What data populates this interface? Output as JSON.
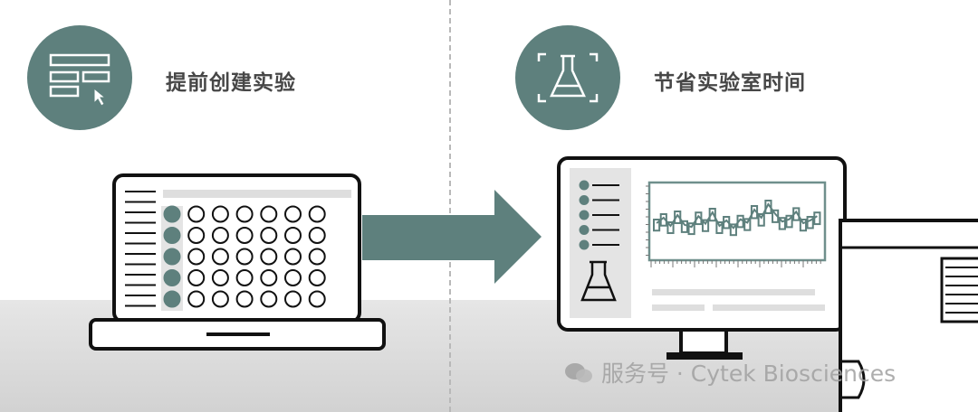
{
  "left_step": {
    "label": "提前创建实验",
    "icon": "layout-cursor-icon"
  },
  "right_step": {
    "label": "节省实验室时间",
    "icon": "flask-icon"
  },
  "watermark": {
    "text": "服务号 · Cytek Biosciences",
    "icon": "wechat-icon"
  },
  "plate": {
    "rows": 5,
    "columns": 7,
    "filled_first_column": true
  },
  "chart_trace": [
    0.45,
    0.55,
    0.4,
    0.6,
    0.42,
    0.38,
    0.58,
    0.44,
    0.65,
    0.4,
    0.5,
    0.36,
    0.52,
    0.46,
    0.7,
    0.55,
    0.8,
    0.62,
    0.48,
    0.52,
    0.66,
    0.45,
    0.5,
    0.58
  ],
  "colors": {
    "accent": "#5e807d",
    "text": "#474747",
    "outline": "#111111"
  }
}
